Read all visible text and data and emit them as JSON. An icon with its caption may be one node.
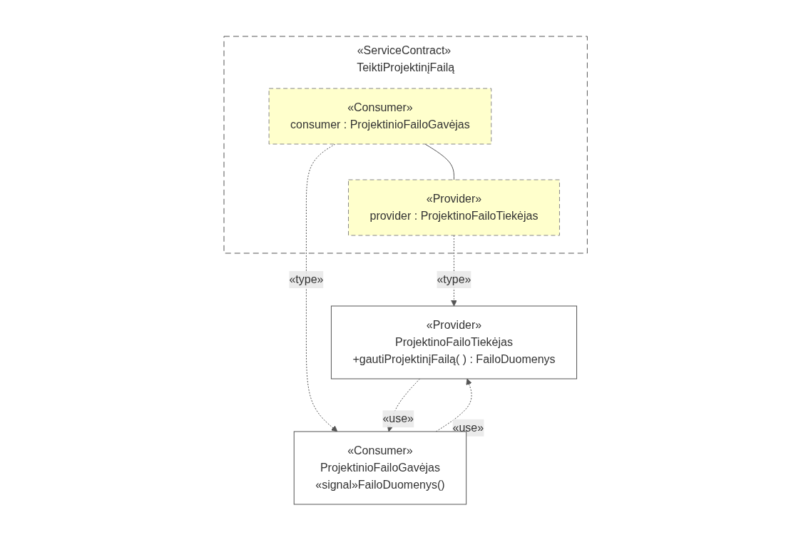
{
  "diagram": {
    "nodes": [
      {
        "text": [
          "«ServiceContract» TeiktiProjektinįFailą"
        ]
      },
      {
        "text": [
          "«Consumer»",
          "consumer : ProjektinioFailoGavėjas"
        ],
        "in": 0
      },
      {
        "text": [
          "«Provider»",
          "provider : ProjektinoFailoTiekėjas"
        ],
        "in": 0
      },
      {
        "text": [
          "«Consumer»",
          "ProjektinioFailoGavėjas",
          "«signal»FailoDuomenys()"
        ]
      },
      {
        "text": [
          "«Provider»",
          "ProjektinoFailoTiekėjas",
          "+gautiProjektinįFailą( ) : FailoDuomenys"
        ]
      }
    ],
    "edges": [
      {
        "from": 1,
        "to": 2,
        "arrow": "none"
      },
      {
        "from": 1,
        "to": 3,
        "arrow": "to",
        "label": "«type»",
        "style": "dashed"
      },
      {
        "from": 2,
        "to": 4,
        "arrow": "to",
        "label": "«type»",
        "style": "dashed"
      },
      {
        "from": 3,
        "to": 4,
        "arrow": "to",
        "label": "«use»",
        "style": "dashed"
      },
      {
        "from": 4,
        "to": 3,
        "arrow": "to",
        "label": "«use»",
        "style": "dashed"
      }
    ]
  }
}
